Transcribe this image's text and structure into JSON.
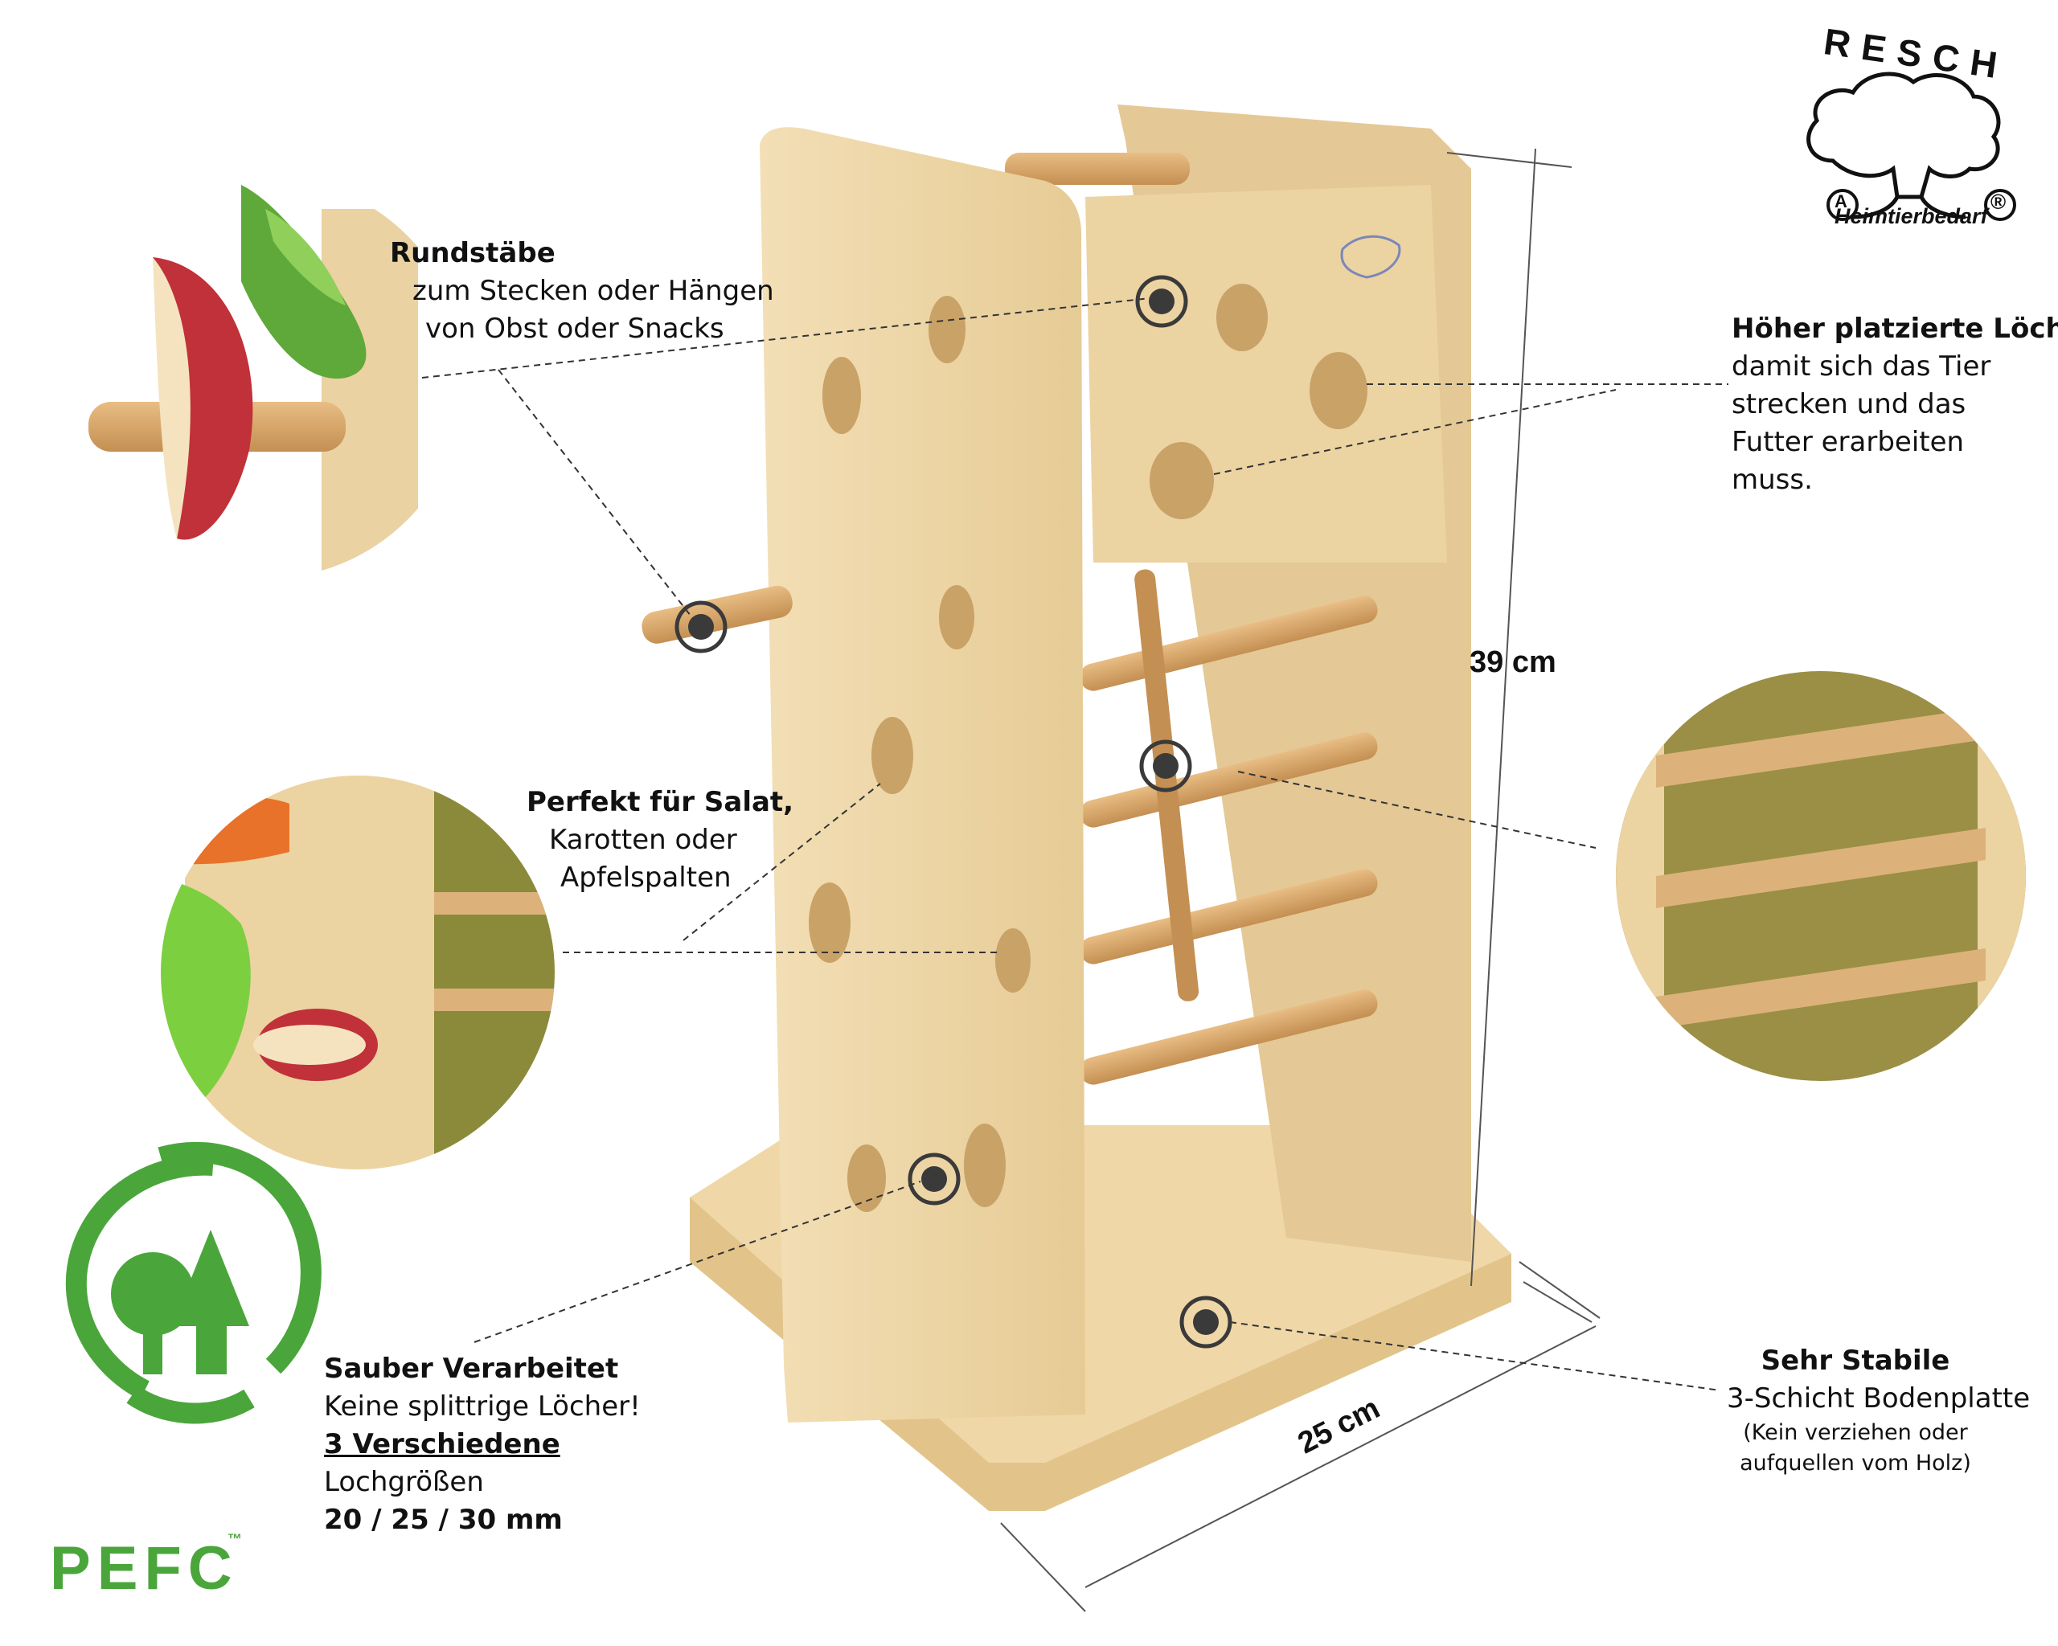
{
  "callouts": {
    "rundstaebe": {
      "title": "Rundstäbe",
      "line1": "zum Stecken oder Hängen",
      "line2": "von Obst oder Snacks"
    },
    "hoeher": {
      "title": "Höher platzierte Löcher",
      "title_suffix": ",",
      "line1": "damit sich das Tier",
      "line2": "strecken und das",
      "line3": "Futter erarbeiten",
      "line4": "muss."
    },
    "salat": {
      "title": "Perfekt für Salat,",
      "line1": "Karotten oder",
      "line2": "Apfelspalten"
    },
    "sauber": {
      "title": "Sauber Verarbeitet",
      "line1": "Keine splittrige Löcher!",
      "line2": "3 Verschiedene",
      "line3": "Lochgrößen",
      "line4": "20 / 25 / 30 mm"
    },
    "stabil": {
      "title": "Sehr Stabile",
      "line1": "3-Schicht Bodenplatte",
      "line2": "(Kein verziehen oder",
      "line3": "aufquellen vom Holz)"
    }
  },
  "dimensions": {
    "height": "39 cm",
    "width": "25 cm"
  },
  "brand": {
    "name": "RESCH",
    "marks": "A",
    "registered": "®",
    "sub": "Heimtierbedarf"
  },
  "certification": {
    "name": "PEFC",
    "tm": "™"
  },
  "colors": {
    "wood_light": "#f1dcb0",
    "wood_mid": "#e2c48a",
    "wood_dark": "#c9a267",
    "dowel": "#d9a86a",
    "pefc_green": "#4aa63b",
    "hay": "#8a8a3a",
    "marker": "#3a3a3a"
  }
}
